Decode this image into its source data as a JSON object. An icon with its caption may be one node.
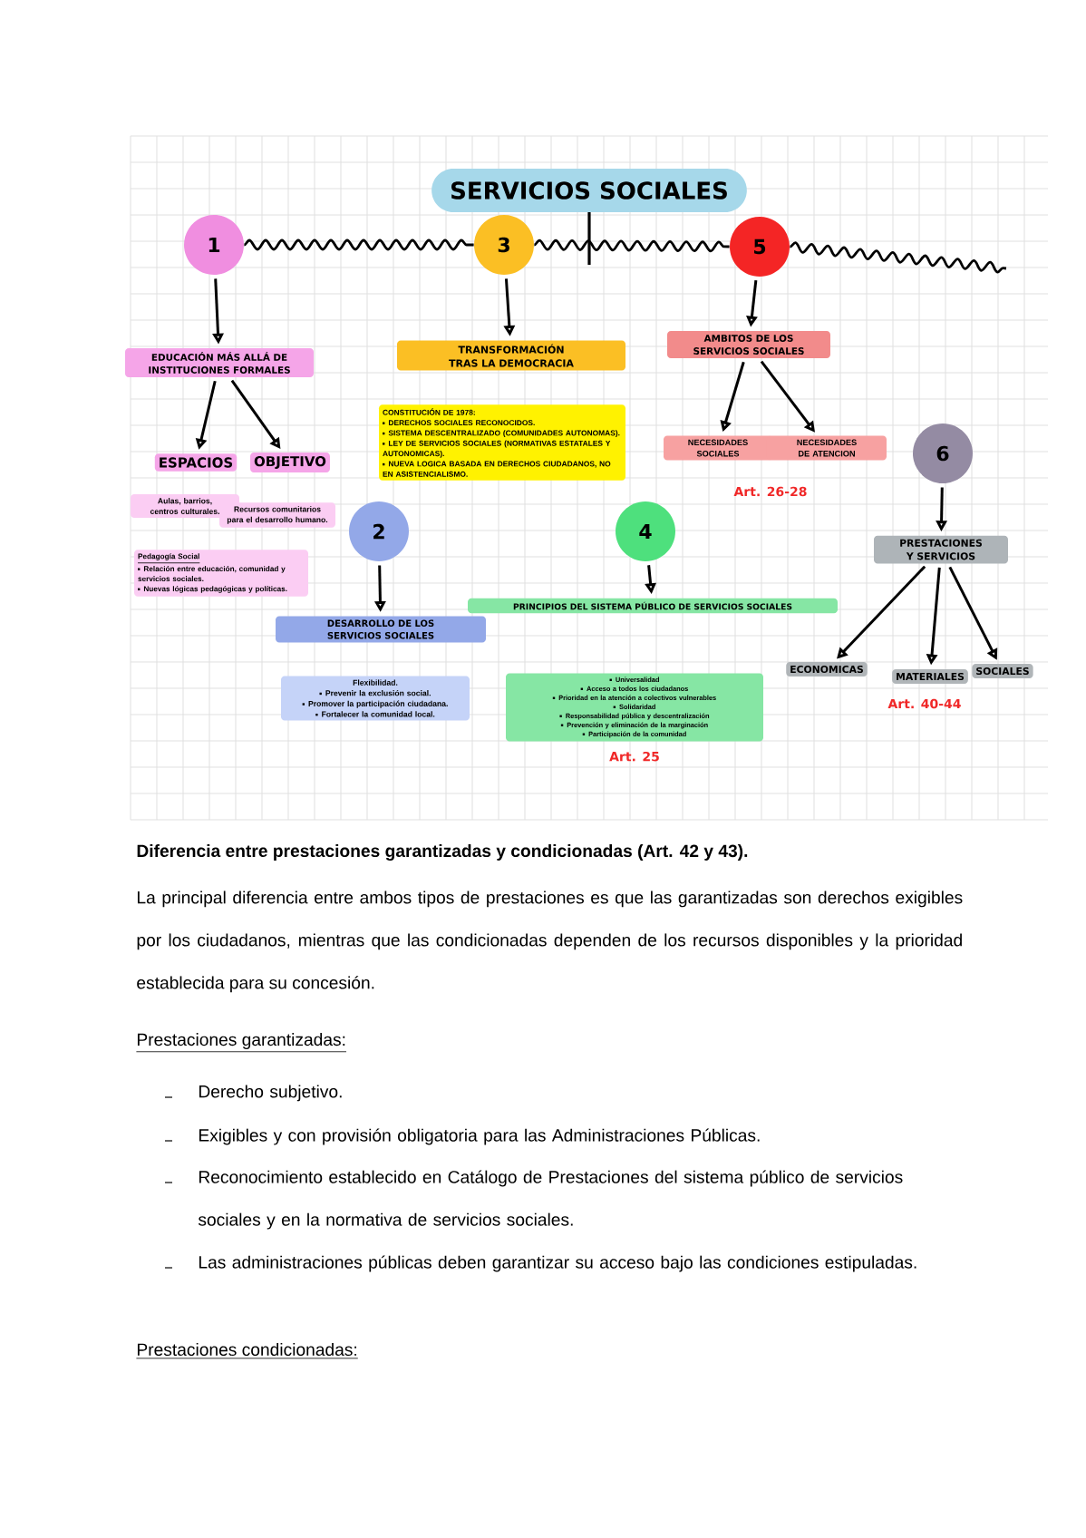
{
  "diagram": {
    "nodes": [
      {
        "text": [
          "SERVICIOS SOCIALES"
        ]
      },
      {
        "text": [
          "1"
        ]
      },
      {
        "text": [
          "3"
        ]
      },
      {
        "text": [
          "5"
        ]
      },
      {
        "text": [
          "EDUCACIÓN MÁS ALLÁ DE INSTITUCIONES FORMALES"
        ]
      },
      {
        "text": [
          "ESPACIOS"
        ]
      },
      {
        "text": [
          "OBJETIVO"
        ]
      },
      {
        "text": [
          "Aulas, barrios, centros culturales."
        ]
      },
      {
        "text": [
          "Recursos comunitarios para el desarrollo humano."
        ]
      },
      {
        "text": [
          "Pedagogía Social",
          "Relación entre educación, comunidad y servicios sociales.",
          "Nuevas lógicas pedagógicas y políticas."
        ]
      },
      {
        "text": [
          "TRANSFORMACIÓN TRAS LA DEMOCRACIA"
        ]
      },
      {
        "text": [
          "CONSTITUCIÓN DE 1978:",
          "DERECHOS SOCIALES RECONOCIDOS.",
          "SISTEMA DESCENTRALIZADO (COMUNIDADES AUTONOMAS).",
          "LEY DE SERVICIOS SOCIALES (NORMATIVAS ESTATALES Y AUTONOMICAS).",
          "NUEVA LOGICA BASADA EN DERECHOS CIUDADANOS, NO EN ASISTENCIALISMO."
        ]
      },
      {
        "text": [
          "2"
        ]
      },
      {
        "text": [
          "DESARROLLO DE LOS SERVICIOS SOCIALES"
        ]
      },
      {
        "text": [
          "Flexibilidad.",
          "Prevenir la exclusión social.",
          "Promover la participación ciudadana.",
          "Fortalecer la comunidad local."
        ]
      },
      {
        "text": [
          "4"
        ]
      },
      {
        "text": [
          "PRINCIPIOS DEL SISTEMA PÚBLICO DE SERVICIOS SOCIALES"
        ]
      },
      {
        "text": [
          "Universalidad",
          "Acceso a todos los ciudadanos",
          "Prioridad en la atención a colectivos vulnerables",
          "Solidaridad",
          "Responsabilidad pública y descentralización",
          "Prevención y eliminación de la marginación",
          "Participación de la comunidad"
        ],
        "beside": [
          "Art. 25"
        ]
      },
      {
        "text": [
          "AMBITOS DE LOS SERVICIOS SOCIALES"
        ]
      },
      {
        "text": [
          "NECESIDADES SOCIALES"
        ]
      },
      {
        "text": [
          "NECESIDADES DE ATENCION"
        ]
      },
      {
        "text": [
          "6"
        ]
      },
      {
        "text": [
          "PRESTACIONES Y SERVICIOS"
        ]
      },
      {
        "text": [
          "ECONOMICAS"
        ]
      },
      {
        "text": [
          "MATERIALES"
        ]
      },
      {
        "text": [
          "SOCIALES"
        ]
      }
    ],
    "edges": [
      {
        "from": 1,
        "to": 2,
        "arrow": "none"
      },
      {
        "from": 2,
        "to": 3,
        "arrow": "none"
      },
      {
        "from": 1,
        "to": 4,
        "arrow": "to"
      },
      {
        "from": 4,
        "to": 5,
        "arrow": "to"
      },
      {
        "from": 4,
        "to": 6,
        "arrow": "to"
      },
      {
        "from": 2,
        "to": 10,
        "arrow": "to"
      },
      {
        "from": 12,
        "to": 13,
        "arrow": "to"
      },
      {
        "from": 15,
        "to": 16,
        "arrow": "to"
      },
      {
        "from": 3,
        "to": 18,
        "arrow": "to"
      },
      {
        "from": 18,
        "to": 19,
        "arrow": "to"
      },
      {
        "from": 18,
        "to": 20,
        "arrow": "to"
      },
      {
        "from": 21,
        "to": 22,
        "arrow": "to"
      },
      {
        "from": 22,
        "to": 23,
        "arrow": "to"
      },
      {
        "from": 22,
        "to": 24,
        "arrow": "to"
      },
      {
        "from": 22,
        "to": 25,
        "arrow": "to"
      }
    ],
    "labels": [
      "Art. 26-28",
      "Art. 40-44",
      "Diferencia entre prestaciones garantizadas y condicionadas (Art. 42 y 43).",
      "La principal diferencia entre ambos tipos de prestaciones es que las garantizadas son derechos exigibles por los ciudadanos, mientras que las condicionadas dependen de los recursos disponibles y la prioridad establecida para su concesión.",
      "Prestaciones garantizadas:",
      "Derecho subjetivo.",
      "Exigibles y con provisión obligatoria para las Administraciones Públicas.",
      "Reconocimiento establecido en Catálogo de Prestaciones del sistema público de servicios sociales y en la normativa de servicios sociales.",
      "Las administraciones públicas deben garantizar su acceso bajo las condiciones estipuladas.",
      "Prestaciones condicionadas:"
    ]
  }
}
